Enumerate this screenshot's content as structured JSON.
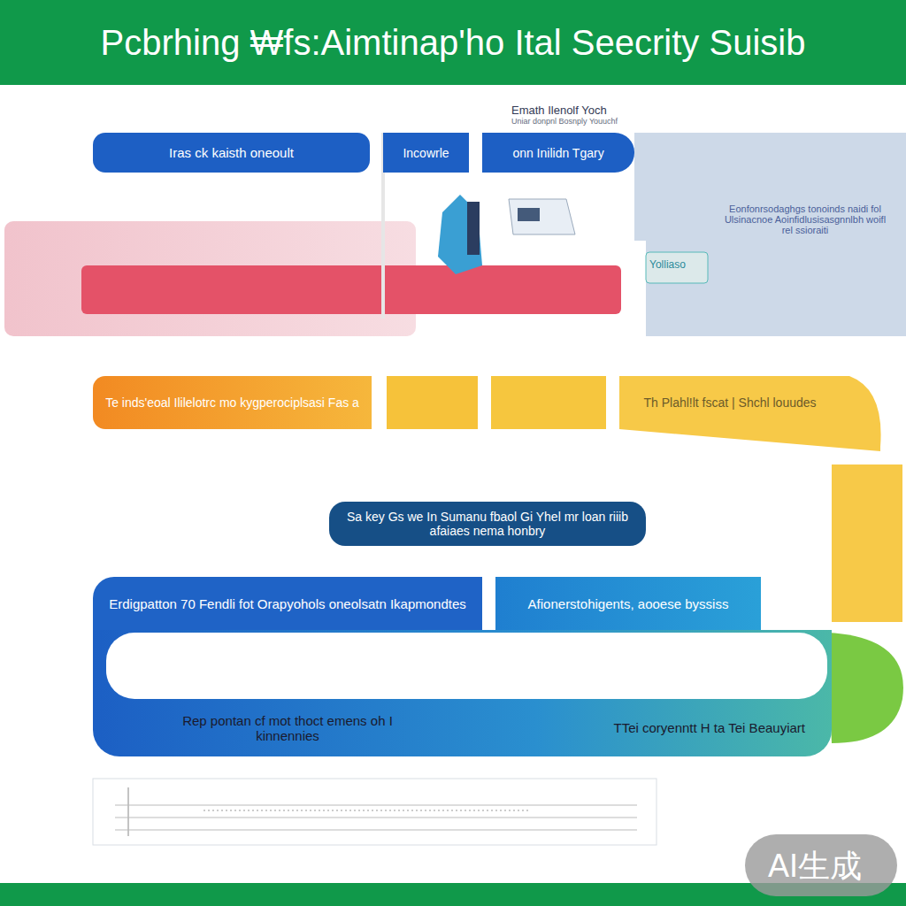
{
  "diagram": {
    "title": "Pcbrhing ₩fs:Aimtinap'ho Ital Seecrity Suisib",
    "nodes": [
      {
        "text": [
          "Iras ck kaisth oneoult"
        ]
      },
      {
        "text": [
          "Incowrle"
        ]
      },
      {
        "text": [
          "onn Inilidn Tgary"
        ]
      },
      {
        "text": [
          "Eonfonrsodaghgs tonoinds naidi fol Ulsinacnoe Aoinfidlusisasgnnlbh woifl rel ssioraiti"
        ]
      },
      {
        "text": [
          "Te inds'eoal Ililelotrc mo kygperociplsasi Fas a"
        ]
      },
      {
        "text": [
          "Th Plahl!lt fscat | Shchl louudes"
        ]
      },
      {
        "text": [
          "Sa key Gs we In Sumanu fbaol Gi Yhel mr loan riiib afaiaes nema honbry"
        ]
      },
      {
        "text": [
          "Erdigpatton 70 Fendli fot Orapyohols oneolsatn Ikapmondtes"
        ]
      },
      {
        "text": [
          "Afionerstohigents, aooese byssiss"
        ]
      },
      {
        "text": [
          "Rep pontan cf mot thoct emens oh I kinnennies",
          "TTei coryenntt H ta Tei Beauyiart"
        ]
      }
    ],
    "labels": [
      "Emath Ilenolf Yoch",
      "Uniar donpnl Bosnply Youuchf",
      "Yolliaso",
      "AI生成"
    ]
  }
}
